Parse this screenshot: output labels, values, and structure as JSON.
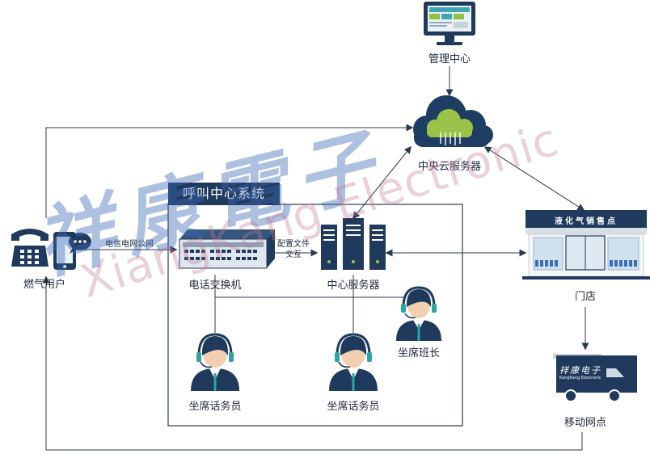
{
  "diagram": {
    "nodes": {
      "management": "管理中心",
      "cloud": "中央云服务器",
      "user": "燃气用户",
      "pbx": "电话交换机",
      "server": "中心服务器",
      "store": "门店",
      "agent1": "坐席话务员",
      "agent2": "坐席话务员",
      "leader": "坐席班长",
      "mobile": "移动网点"
    },
    "system_title": "呼叫中心系统",
    "edge_labels": {
      "pstn": "电信电网公网",
      "config_line1": "配置文件",
      "config_line2": "交互"
    },
    "store_sign": "液化气销售点",
    "truck_logo": "祥康电子",
    "truck_logo_sub": "KangKang Electronic",
    "watermark": {
      "chinese": "祥康電子",
      "english": "XiangKang Electronic"
    },
    "colors": {
      "navy": "#1f3a5c",
      "line": "#2b3a4e",
      "cloud_dark": "#1e3d63",
      "cloud_green": "#9bc34a",
      "skin": "#f2cfb0",
      "headset_teal": "#2ba6a0",
      "watermark_blue": "#3c69b4",
      "watermark_pink": "#c47896"
    }
  }
}
